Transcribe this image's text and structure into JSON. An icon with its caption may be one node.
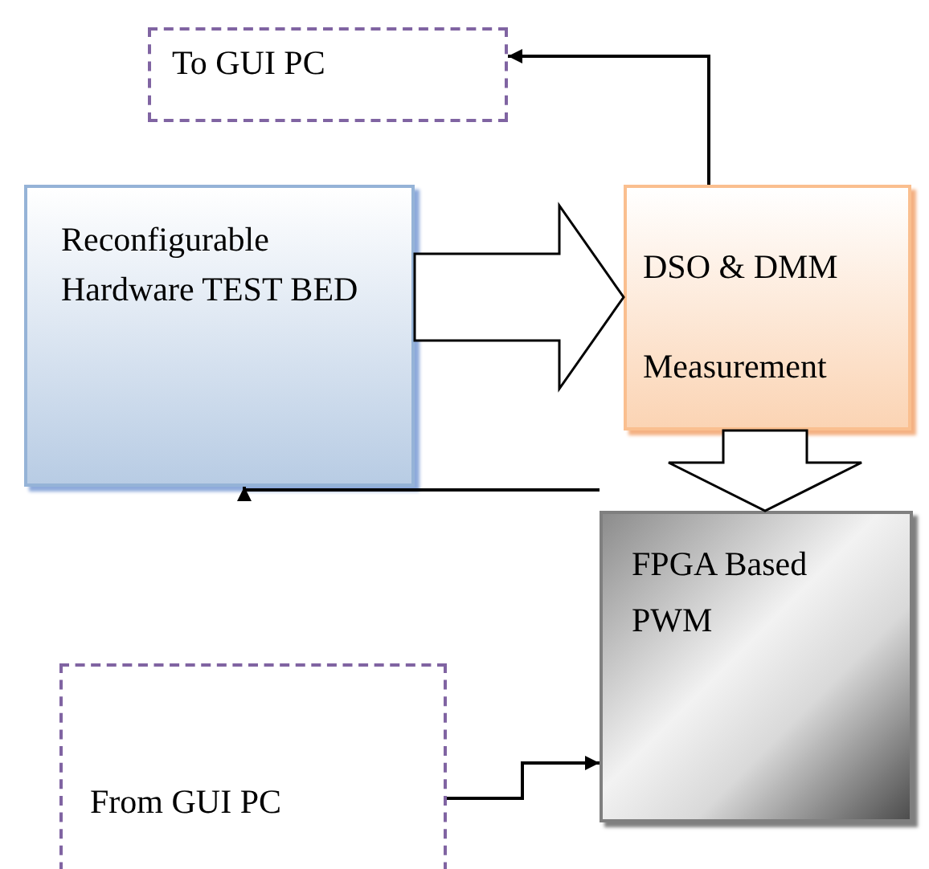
{
  "diagram": {
    "nodes": [
      {
        "text": [
          "To GUI PC"
        ]
      },
      {
        "text": [
          "Reconfigurable Hardware TEST BED"
        ]
      },
      {
        "text": [
          "DSO & DMM Measurement"
        ]
      },
      {
        "text": [
          "FPGA Based PWM"
        ]
      },
      {
        "text": [
          "From GUI PC"
        ]
      }
    ],
    "edges": [
      {
        "from": 2,
        "to": 0,
        "arrow": "to"
      },
      {
        "from": 1,
        "to": 2,
        "arrow": "to",
        "style": "thick"
      },
      {
        "from": 2,
        "to": 3,
        "arrow": "to",
        "style": "thick"
      },
      {
        "from": 3,
        "to": 1,
        "arrow": "to"
      },
      {
        "from": 4,
        "to": 3,
        "arrow": "to"
      }
    ]
  }
}
